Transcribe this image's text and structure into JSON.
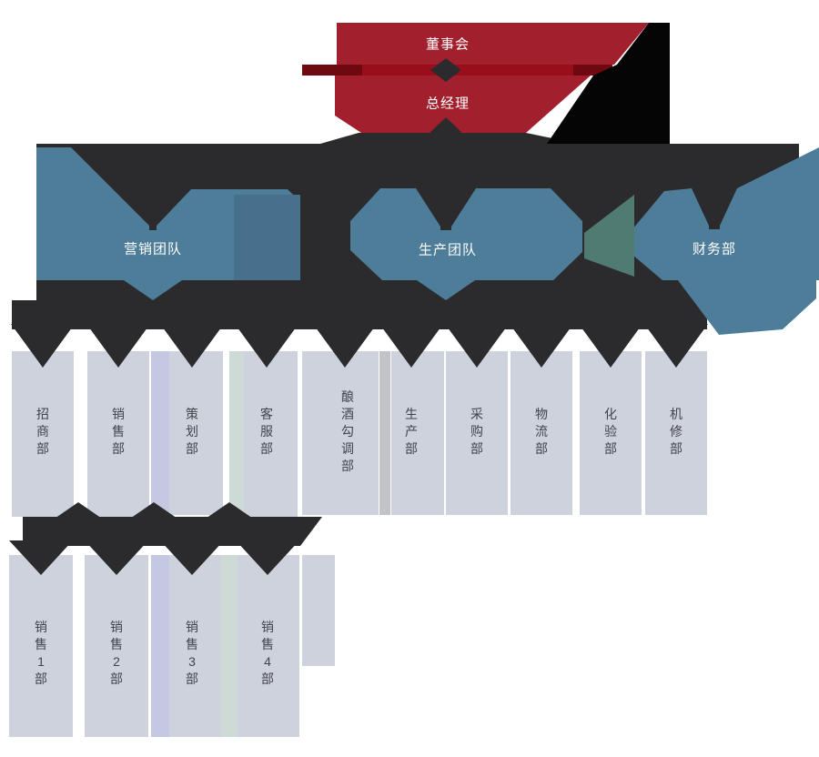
{
  "palette": {
    "red": "#A21F2D",
    "red_stripe_dark": "#6E0910",
    "red_stripe_bright": "#9A0E1B",
    "dark": "#2B2B2E",
    "black": "#050505",
    "blue": "#4E7D99",
    "blue_dark": "#46708C",
    "teal": "#4F7B72",
    "column": "#CDD2DD",
    "stripe_purple": "#C5C8E2",
    "stripe_green": "#CEDAD5",
    "stripe_gray": "#C2C3C9",
    "column_text": "#43444A",
    "box_text": "#FFFFFF"
  },
  "org": {
    "level1": [
      {
        "label": "董事会"
      },
      {
        "label": "总经理"
      }
    ],
    "level2": [
      {
        "label": "营销团队"
      },
      {
        "label": "生产团队"
      },
      {
        "label": "财务部"
      }
    ],
    "level3": [
      {
        "label": "招商部"
      },
      {
        "label": "销售部"
      },
      {
        "label": "策划部"
      },
      {
        "label": "客服部"
      },
      {
        "label": "酿酒勾调部"
      },
      {
        "label": "生产部"
      },
      {
        "label": "采购部"
      },
      {
        "label": "物流部"
      },
      {
        "label": "化验部"
      },
      {
        "label": "机修部"
      }
    ],
    "level4": [
      {
        "label": "销售1部"
      },
      {
        "label": "销售2部"
      },
      {
        "label": "销售3部"
      },
      {
        "label": "销售4部"
      }
    ]
  }
}
